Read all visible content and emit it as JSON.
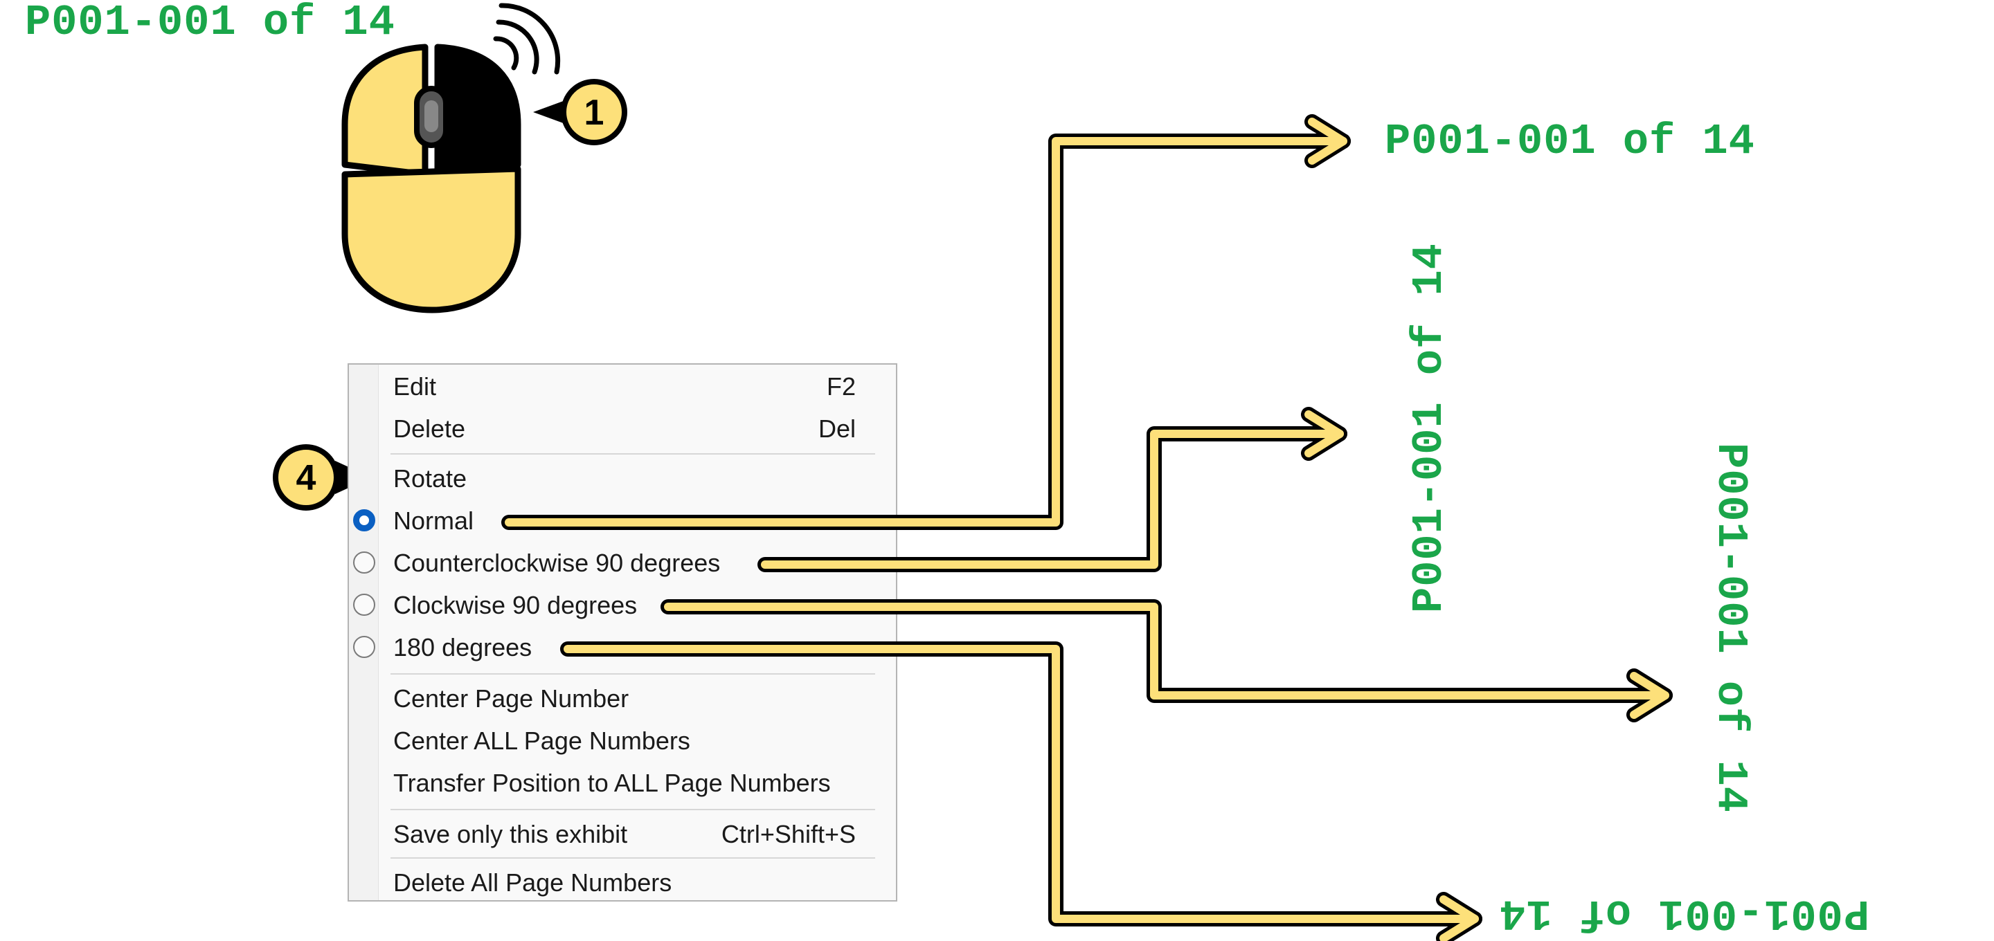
{
  "stamps": {
    "top": "P001-001 of 14",
    "normal": "P001-001 of 14",
    "counterclockwise": "P001-001 of 14",
    "clockwise": "P001-001 of 14",
    "rotated_180": "P001-001 of 14"
  },
  "callouts": {
    "right_click": "1",
    "rotate_menu": "4"
  },
  "context_menu": {
    "edit": {
      "label": "Edit",
      "shortcut": "F2"
    },
    "delete": {
      "label": "Delete",
      "shortcut": "Del"
    },
    "rotate_header": "Rotate",
    "rotate_options": [
      {
        "label": "Normal",
        "checked": true
      },
      {
        "label": "Counterclockwise 90 degrees",
        "checked": false
      },
      {
        "label": "Clockwise 90 degrees",
        "checked": false
      },
      {
        "label": "180 degrees",
        "checked": false
      }
    ],
    "center_page_number": "Center Page Number",
    "center_all_page_numbers": "Center ALL Page Numbers",
    "transfer_position": "Transfer Position to ALL Page Numbers",
    "save_exhibit": {
      "label": "Save only this exhibit",
      "shortcut": "Ctrl+Shift+S"
    },
    "delete_all": "Delete All Page Numbers"
  },
  "colors": {
    "stamp_text": "#1aa64a",
    "callout_fill": "#fde07a",
    "arrow_fill": "#fde07a",
    "outline": "#000000",
    "radio_selected": "#0a5fc2"
  },
  "icons": [
    "mouse-icon",
    "scroll-wave-icon",
    "radio-button-icon"
  ]
}
